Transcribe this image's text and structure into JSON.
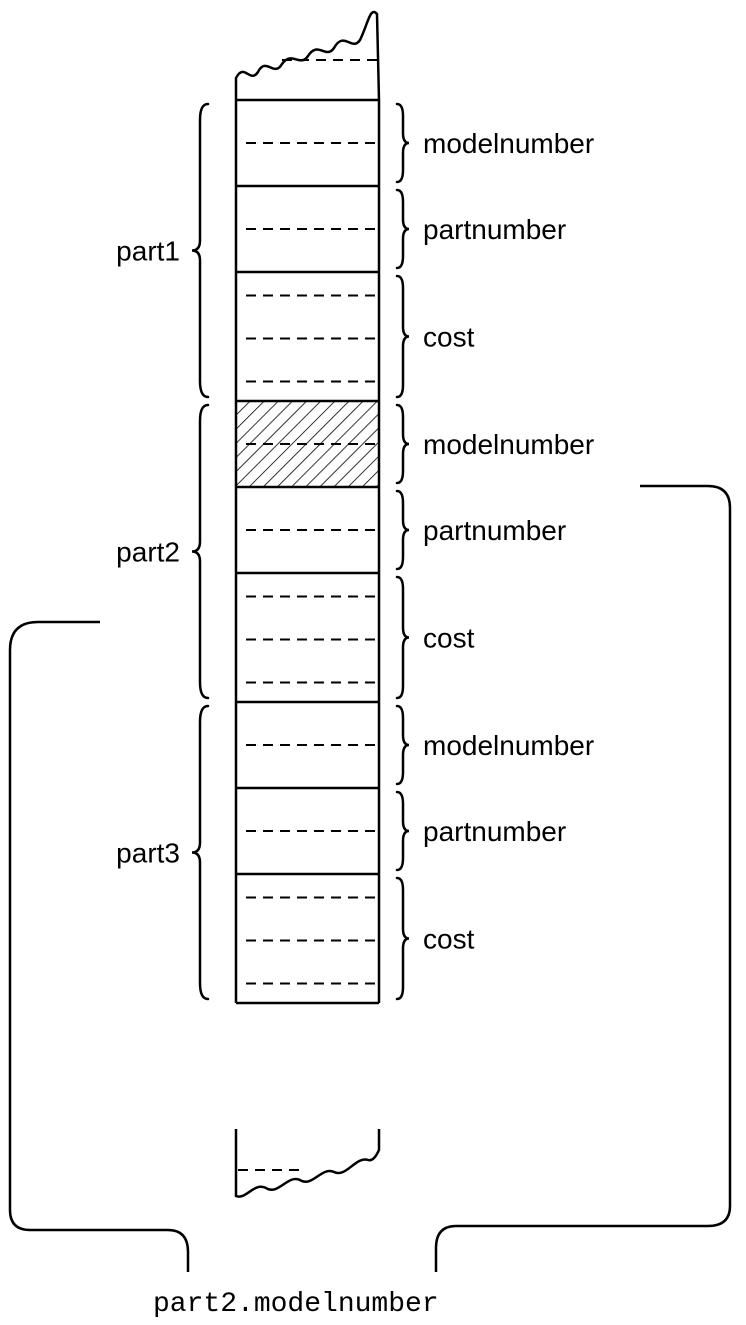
{
  "parts": [
    {
      "label": "part1",
      "fields": [
        {
          "label": "modelnumber",
          "rows": 1,
          "highlighted": false
        },
        {
          "label": "partnumber",
          "rows": 1,
          "highlighted": false
        },
        {
          "label": "cost",
          "rows": 3,
          "highlighted": false
        }
      ]
    },
    {
      "label": "part2",
      "fields": [
        {
          "label": "modelnumber",
          "rows": 1,
          "highlighted": true
        },
        {
          "label": "partnumber",
          "rows": 1,
          "highlighted": false
        },
        {
          "label": "cost",
          "rows": 3,
          "highlighted": false
        }
      ]
    },
    {
      "label": "part3",
      "fields": [
        {
          "label": "modelnumber",
          "rows": 1,
          "highlighted": false
        },
        {
          "label": "partnumber",
          "rows": 1,
          "highlighted": false
        },
        {
          "label": "cost",
          "rows": 3,
          "highlighted": false
        }
      ]
    }
  ],
  "expression": "part2.modelnumber"
}
